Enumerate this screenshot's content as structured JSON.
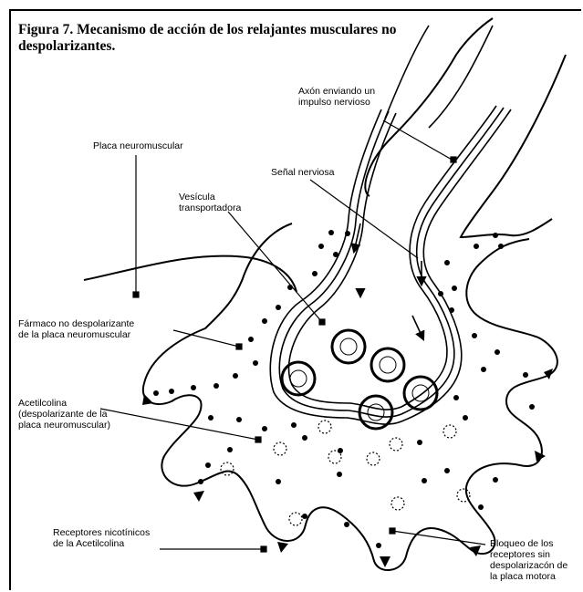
{
  "figure": {
    "number": "Figura 7.",
    "caption": "Mecanismo de acción de los relajantes musculares no despolarizantes."
  },
  "labels": {
    "axon": [
      "Axón enviando un",
      "impulso nervioso"
    ],
    "placa": "Placa neuromuscular",
    "senal": "Señal nerviosa",
    "vesicula": [
      "Vesícula",
      "transportadora"
    ],
    "farmaco": [
      "Fármaco no despolarizante",
      "de la placa neuromuscular"
    ],
    "acetilcolina": [
      "Acetilcolina",
      "(despolarizante de la",
      "placa neuromuscular)"
    ],
    "receptores": [
      "Receptores nicotínicos",
      "de la Acetilcolina"
    ],
    "bloqueo": [
      "Bloqueo de los",
      "receptores sin",
      "despolarizacón de",
      "la placa motora"
    ]
  },
  "colors": {
    "ink": "#000000",
    "paper": "#ffffff"
  }
}
